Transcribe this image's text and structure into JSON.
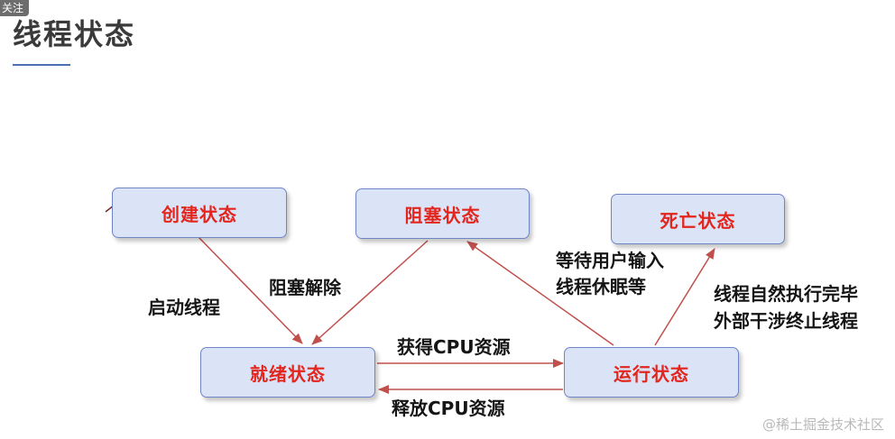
{
  "corner_tag": "关注",
  "title": "线程状态",
  "states": {
    "create": "创建状态",
    "blocked": "阻塞状态",
    "dead": "死亡状态",
    "ready": "就绪状态",
    "running": "运行状态"
  },
  "edges": {
    "start_thread": "启动线程",
    "unblock": "阻塞解除",
    "get_cpu": "获得CPU资源",
    "release_cpu": "释放CPU资源",
    "wait_input": [
      "等待用户输入",
      "线程休眠等"
    ],
    "terminate": [
      "线程自然执行完毕",
      "外部干涉终止线程"
    ]
  },
  "watermark": "@稀土掘金技术社区",
  "colors": {
    "state_text": "#e3261d",
    "state_fill": "#dbe3f7",
    "state_border": "#6e86c6",
    "arrow": "#c0504d",
    "title_underline": "#4a6fb5"
  }
}
